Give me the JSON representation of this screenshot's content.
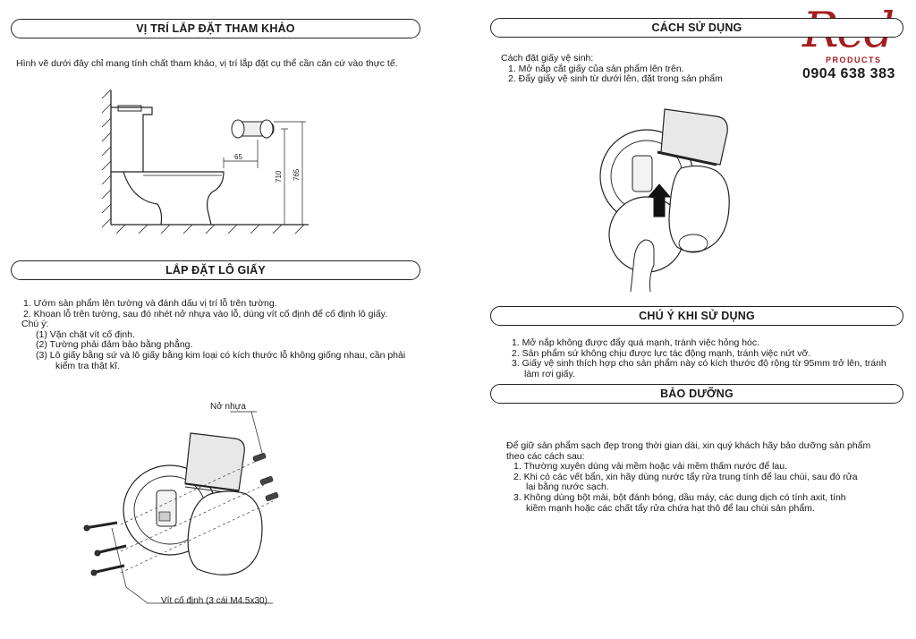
{
  "brand": {
    "logo_text": "Red",
    "subtitle": "PRODUCTS",
    "phone": "0904 638 383",
    "color": "#a51c1e"
  },
  "left": {
    "section1": {
      "title": "VỊ TRÍ LẮP ĐẶT THAM KHẢO",
      "intro": "Hình vẽ dưới đây chỉ mang tính chất tham khảo, vị trí lắp đặt cụ thể cần căn cứ vào thực tế.",
      "dims": {
        "d65": "65",
        "d710": "710",
        "d765": "765"
      }
    },
    "section2": {
      "title": "LẮP ĐẶT LÔ GIẤY",
      "steps": [
        "1.  Ướm sản phẩm lên tường và đánh dấu vị trí lỗ trên tường.",
        "2.  Khoan lỗ trên tường, sau đó nhét nở nhựa vào lỗ, dùng vít cố định để cố định lô giấy."
      ],
      "note_label": "Chú ý:",
      "notes": [
        "(1) Vặn chặt vít cố định.",
        "(2) Tường phải đảm bảo bằng phẳng.",
        "(3) Lô giấy bằng sứ và lô giấy bằng kim loại có kích thước lỗ không giống nhau, cần phải"
      ],
      "note_cont": "kiểm tra thật kĩ.",
      "label_anchor": "Nở nhựa",
      "label_screws": "Vít cố định (3 cái M4.5x30)"
    }
  },
  "right": {
    "section3": {
      "title": "CÁCH SỬ DỤNG",
      "intro": "Cách đặt giấy vệ sinh:",
      "steps": [
        "1.  Mở nắp cắt giấy của sản phẩm lên trên.",
        "2.  Đẩy giấy vệ sinh từ dưới lên, đặt trong sản phẩm"
      ]
    },
    "section4": {
      "title": "CHÚ Ý KHI SỬ DỤNG",
      "items": [
        "1.  Mở nắp không được đẩy quá mạnh, tránh việc hỏng hóc.",
        "2.  Sản phẩm sứ không chịu được lực tác động mạnh, tránh việc nứt vỡ.",
        "3.  Giấy vệ sinh thích hợp cho sản phẩm này có kích thước độ rộng từ 95mm trở lên, tránh"
      ],
      "item3_cont": "làm rơi giấy."
    },
    "section5": {
      "title": "BẢO DƯỠNG",
      "intro_line1": "Để giữ sản phẩm sạch đẹp trong thời gian dài, xin quý khách hãy bảo dưỡng sản phẩm",
      "intro_line2": "theo các cách sau:",
      "items": [
        "1.  Thường xuyên dùng vải mềm hoặc vải mềm thấm nước để lau.",
        "2.  Khi có các vết bẩn, xin hãy dùng nước tẩy rửa trung tính để lau chùi, sau đó rửa",
        "3.  Không dùng bột mài, bột đánh bóng, dầu máy, các dung dịch có tính axit, tính"
      ],
      "item2_cont": "lại bằng nước sạch.",
      "item3_cont": "kiềm mạnh hoặc các chất tẩy rửa chứa hạt thô để lau chùi sản phẩm."
    }
  }
}
